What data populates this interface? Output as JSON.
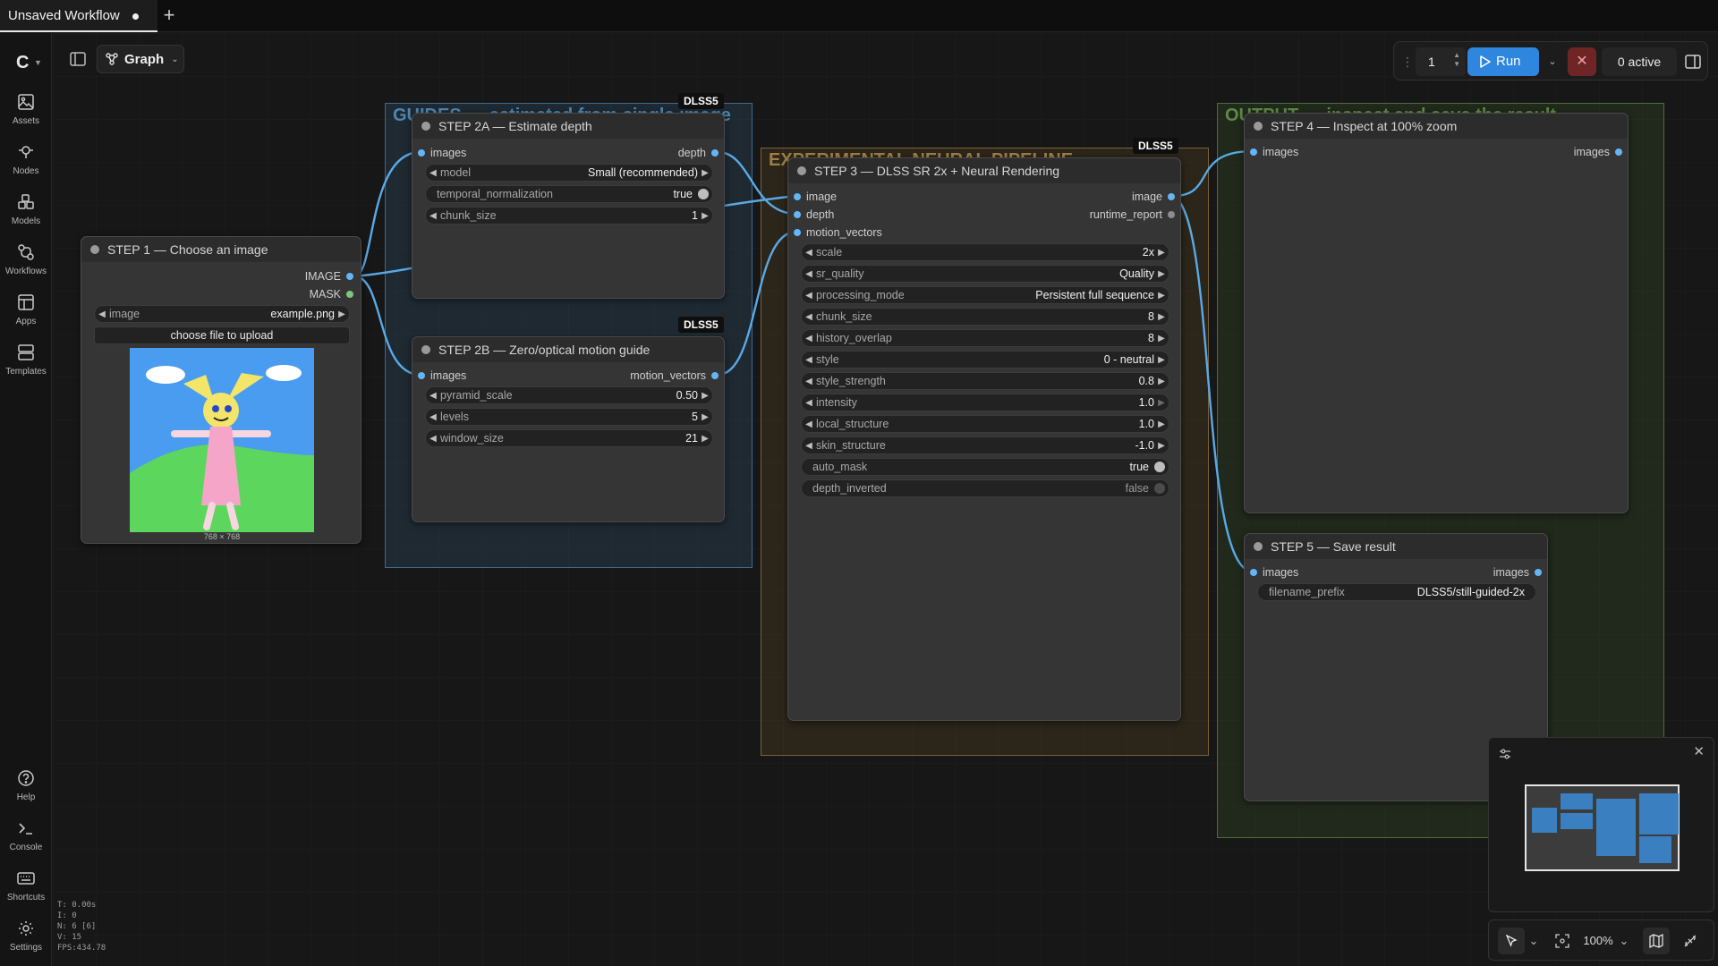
{
  "tab": {
    "title": "Unsaved Workflow",
    "new_tab_label": "+"
  },
  "sidebar": {
    "items": [
      {
        "label": "Assets",
        "icon": "image-icon"
      },
      {
        "label": "Nodes",
        "icon": "nodes-icon"
      },
      {
        "label": "Models",
        "icon": "models-icon"
      },
      {
        "label": "Workflows",
        "icon": "workflow-icon"
      },
      {
        "label": "Apps",
        "icon": "apps-icon"
      },
      {
        "label": "Templates",
        "icon": "templates-icon"
      }
    ],
    "bottom_items": [
      {
        "label": "Help",
        "icon": "help-icon"
      },
      {
        "label": "Console",
        "icon": "terminal-icon"
      },
      {
        "label": "Shortcuts",
        "icon": "keyboard-icon"
      },
      {
        "label": "Settings",
        "icon": "gear-icon"
      }
    ]
  },
  "toolbar": {
    "graph_mode_label": "Graph"
  },
  "run_controls": {
    "count": "1",
    "run_label": "Run",
    "active_label": "0 active"
  },
  "badges": {
    "tag": "DLSS5"
  },
  "groups": {
    "guides": {
      "title": "GUIDES — estimated from single image",
      "color": "#3f7fb0"
    },
    "experimental": {
      "title": "EXPERIMENTAL NEURAL PIPELINE",
      "color": "#a7824a"
    },
    "output": {
      "title": "OUTPUT — inspect and save the result",
      "color": "#6d9a4e"
    }
  },
  "nodes": {
    "step1": {
      "title": "STEP 1 — Choose an image",
      "outputs": [
        "IMAGE",
        "MASK"
      ],
      "image_widget": {
        "label": "image",
        "value": "example.png"
      },
      "upload_label": "choose file to upload",
      "preview_size": "768 × 768"
    },
    "step2a": {
      "title": "STEP 2A — Estimate depth",
      "input": "images",
      "output": "depth",
      "widgets": [
        {
          "label": "model",
          "value": "Small (recommended)"
        },
        {
          "label": "temporal_normalization",
          "value": "true"
        },
        {
          "label": "chunk_size",
          "value": "1"
        }
      ]
    },
    "step2b": {
      "title": "STEP 2B — Zero/optical motion guide",
      "input": "images",
      "output": "motion_vectors",
      "widgets": [
        {
          "label": "pyramid_scale",
          "value": "0.50"
        },
        {
          "label": "levels",
          "value": "5"
        },
        {
          "label": "window_size",
          "value": "21"
        }
      ]
    },
    "step3": {
      "title": "STEP 3 — DLSS SR 2x + Neural Rendering",
      "inputs": [
        "image",
        "depth",
        "motion_vectors"
      ],
      "outputs": [
        "image",
        "runtime_report"
      ],
      "widgets": [
        {
          "label": "scale",
          "value": "2x"
        },
        {
          "label": "sr_quality",
          "value": "Quality"
        },
        {
          "label": "processing_mode",
          "value": "Persistent full sequence"
        },
        {
          "label": "chunk_size",
          "value": "8"
        },
        {
          "label": "history_overlap",
          "value": "8"
        },
        {
          "label": "style",
          "value": "0 - neutral"
        },
        {
          "label": "style_strength",
          "value": "0.8"
        },
        {
          "label": "intensity",
          "value": "1.0"
        },
        {
          "label": "local_structure",
          "value": "1.0"
        },
        {
          "label": "skin_structure",
          "value": "-1.0"
        },
        {
          "label": "auto_mask",
          "value": "true"
        },
        {
          "label": "depth_inverted",
          "value": "false"
        }
      ]
    },
    "step4": {
      "title": "STEP 4 — Inspect at 100% zoom",
      "input": "images",
      "output": "images"
    },
    "step5": {
      "title": "STEP 5 — Save result",
      "input": "images",
      "output": "images",
      "widget": {
        "label": "filename_prefix",
        "value": "DLSS5/still-guided-2x"
      }
    }
  },
  "stats": {
    "t": "T: 0.00s",
    "i": "I: 0",
    "n": "N: 6 [6]",
    "v": "V: 15",
    "fps": "FPS:434.78"
  },
  "zoom": {
    "level": "100%"
  }
}
